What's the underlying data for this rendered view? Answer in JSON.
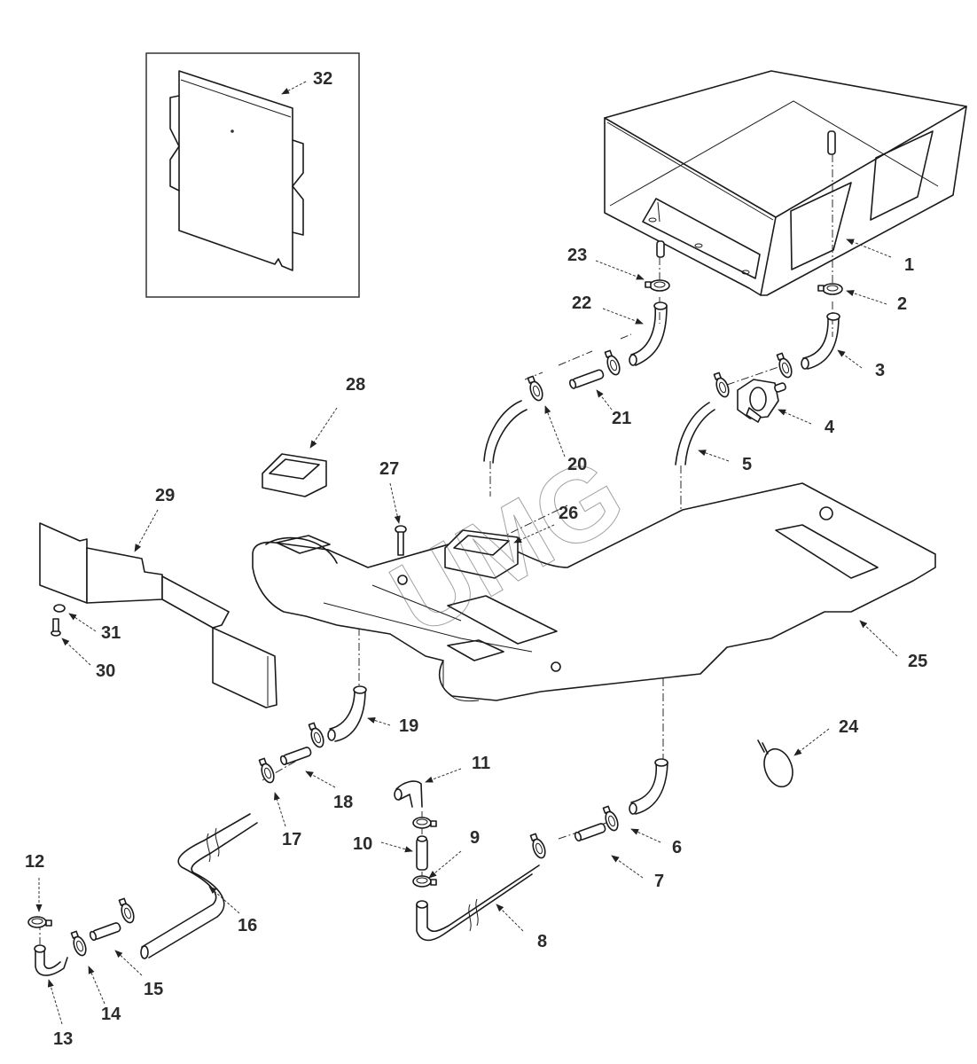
{
  "diagram": {
    "title": "Exploded parts view - heater box and hose assembly",
    "watermark": "UMG",
    "inset_label": "32",
    "callouts": [
      {
        "id": "1",
        "part": "heater-box"
      },
      {
        "id": "2",
        "part": "hose-clamp"
      },
      {
        "id": "3",
        "part": "hose-elbow"
      },
      {
        "id": "4",
        "part": "shutoff-valve"
      },
      {
        "id": "5",
        "part": "hose-elbow"
      },
      {
        "id": "6",
        "part": "hose-clamp"
      },
      {
        "id": "7",
        "part": "connector-tube"
      },
      {
        "id": "8",
        "part": "hose-long"
      },
      {
        "id": "9",
        "part": "hose-clamp"
      },
      {
        "id": "10",
        "part": "connector-tube"
      },
      {
        "id": "11",
        "part": "hose-elbow"
      },
      {
        "id": "12",
        "part": "hose-clamp"
      },
      {
        "id": "13",
        "part": "hose-elbow"
      },
      {
        "id": "14",
        "part": "hose-clamp"
      },
      {
        "id": "15",
        "part": "connector-tube"
      },
      {
        "id": "16",
        "part": "hose-long"
      },
      {
        "id": "17",
        "part": "hose-clamp"
      },
      {
        "id": "18",
        "part": "connector-tube"
      },
      {
        "id": "19",
        "part": "hose-elbow"
      },
      {
        "id": "20",
        "part": "hose-clamp"
      },
      {
        "id": "21",
        "part": "connector-tube"
      },
      {
        "id": "22",
        "part": "hose-elbow"
      },
      {
        "id": "23",
        "part": "hose-clamp"
      },
      {
        "id": "24",
        "part": "spring-clamp"
      },
      {
        "id": "25",
        "part": "duct-assembly"
      },
      {
        "id": "26",
        "part": "duct-seal"
      },
      {
        "id": "27",
        "part": "screw"
      },
      {
        "id": "28",
        "part": "duct-seal"
      },
      {
        "id": "29",
        "part": "shield"
      },
      {
        "id": "30",
        "part": "screw"
      },
      {
        "id": "31",
        "part": "washer"
      },
      {
        "id": "32",
        "part": "cover-plate"
      }
    ]
  }
}
